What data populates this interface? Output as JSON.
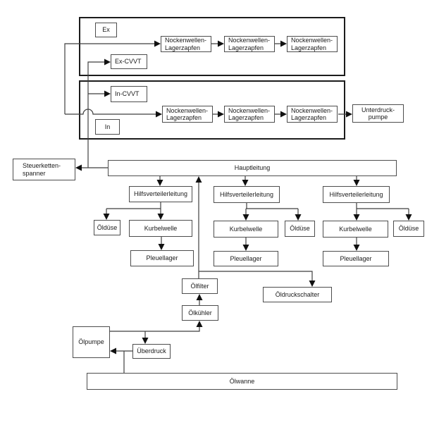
{
  "colors": {
    "background": "#ffffff",
    "line": "#3f3f3f",
    "box_border": "#4d4d4d",
    "group_border": "#1c1c1c",
    "text": "#1a1a1a",
    "arrow_fill": "#111111"
  },
  "nodes": {
    "ex_group_label": "Ex",
    "in_group_label": "In",
    "ex_cvvt": "Ex-CVVT",
    "in_cvvt": "In-CVVT",
    "camshaft_journal_line1": "Nockenwellen-",
    "camshaft_journal_line2": "Lagerzapfen",
    "vacuum_pump_line1": "Unterdruck-",
    "vacuum_pump_line2": "pumpe",
    "chain_tensioner_line1": "Steuerketten-",
    "chain_tensioner_line2": "spanner",
    "main_line": "Hauptleitung",
    "aux_distribution_line": "Hilfsverteilerleitung",
    "oil_jet": "Öldüse",
    "crankshaft": "Kurbelwelle",
    "conrod_bearing": "Pleuellager",
    "oil_filter": "Ölfilter",
    "oil_pressure_switch": "Öldruckschalter",
    "oil_cooler": "Ölkühler",
    "oil_pump": "Ölpumpe",
    "pressure_relief": "Überdruck",
    "oil_sump": "Ölwanne"
  }
}
